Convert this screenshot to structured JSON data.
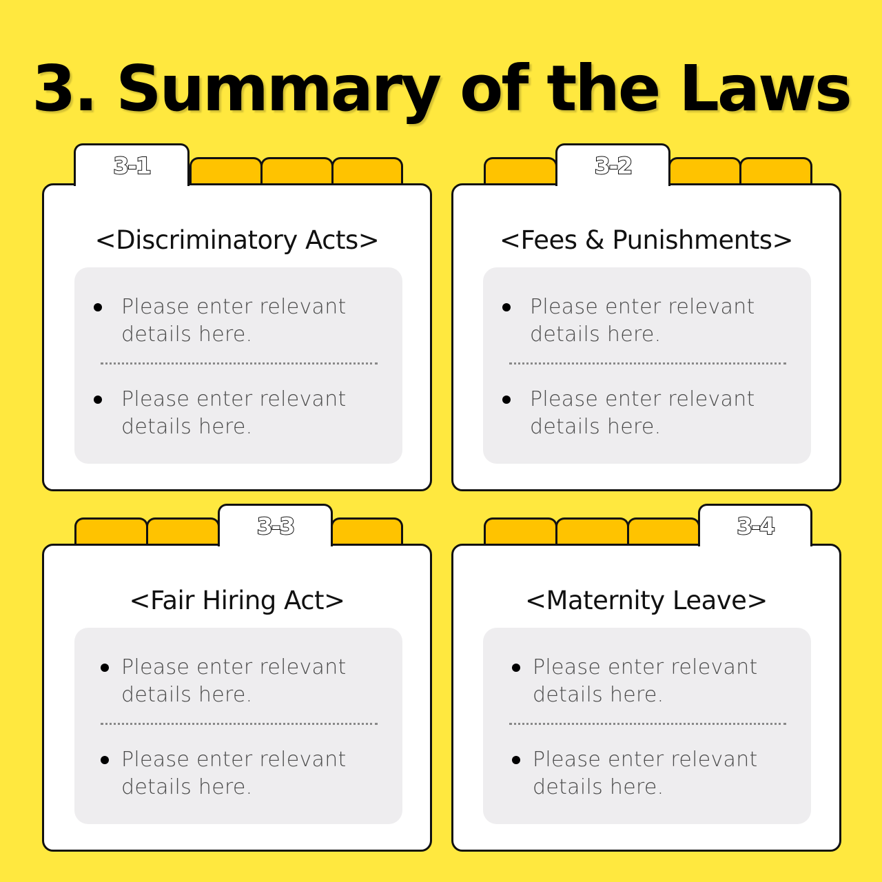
{
  "title": "3. Summary of the Laws",
  "colors": {
    "background": "#FFE83F",
    "inactive_tab": "#FFC300",
    "card": "#FFFFFF",
    "content_box": "#EEEDEF",
    "outline": "#111111"
  },
  "panels": [
    {
      "tab_label": "3-1",
      "heading": "<Discriminatory Acts>",
      "items": [
        "Please enter relevant details here.",
        "Please enter relevant details here."
      ]
    },
    {
      "tab_label": "3-2",
      "heading": "<Fees & Punishments>",
      "items": [
        "Please enter relevant details here.",
        "Please enter relevant details here."
      ]
    },
    {
      "tab_label": "3-3",
      "heading": "<Fair Hiring Act>",
      "items": [
        "Please enter relevant details here.",
        "Please enter relevant details here."
      ]
    },
    {
      "tab_label": "3-4",
      "heading": "<Maternity Leave>",
      "items": [
        "Please enter relevant details here.",
        "Please enter relevant details here."
      ]
    }
  ]
}
